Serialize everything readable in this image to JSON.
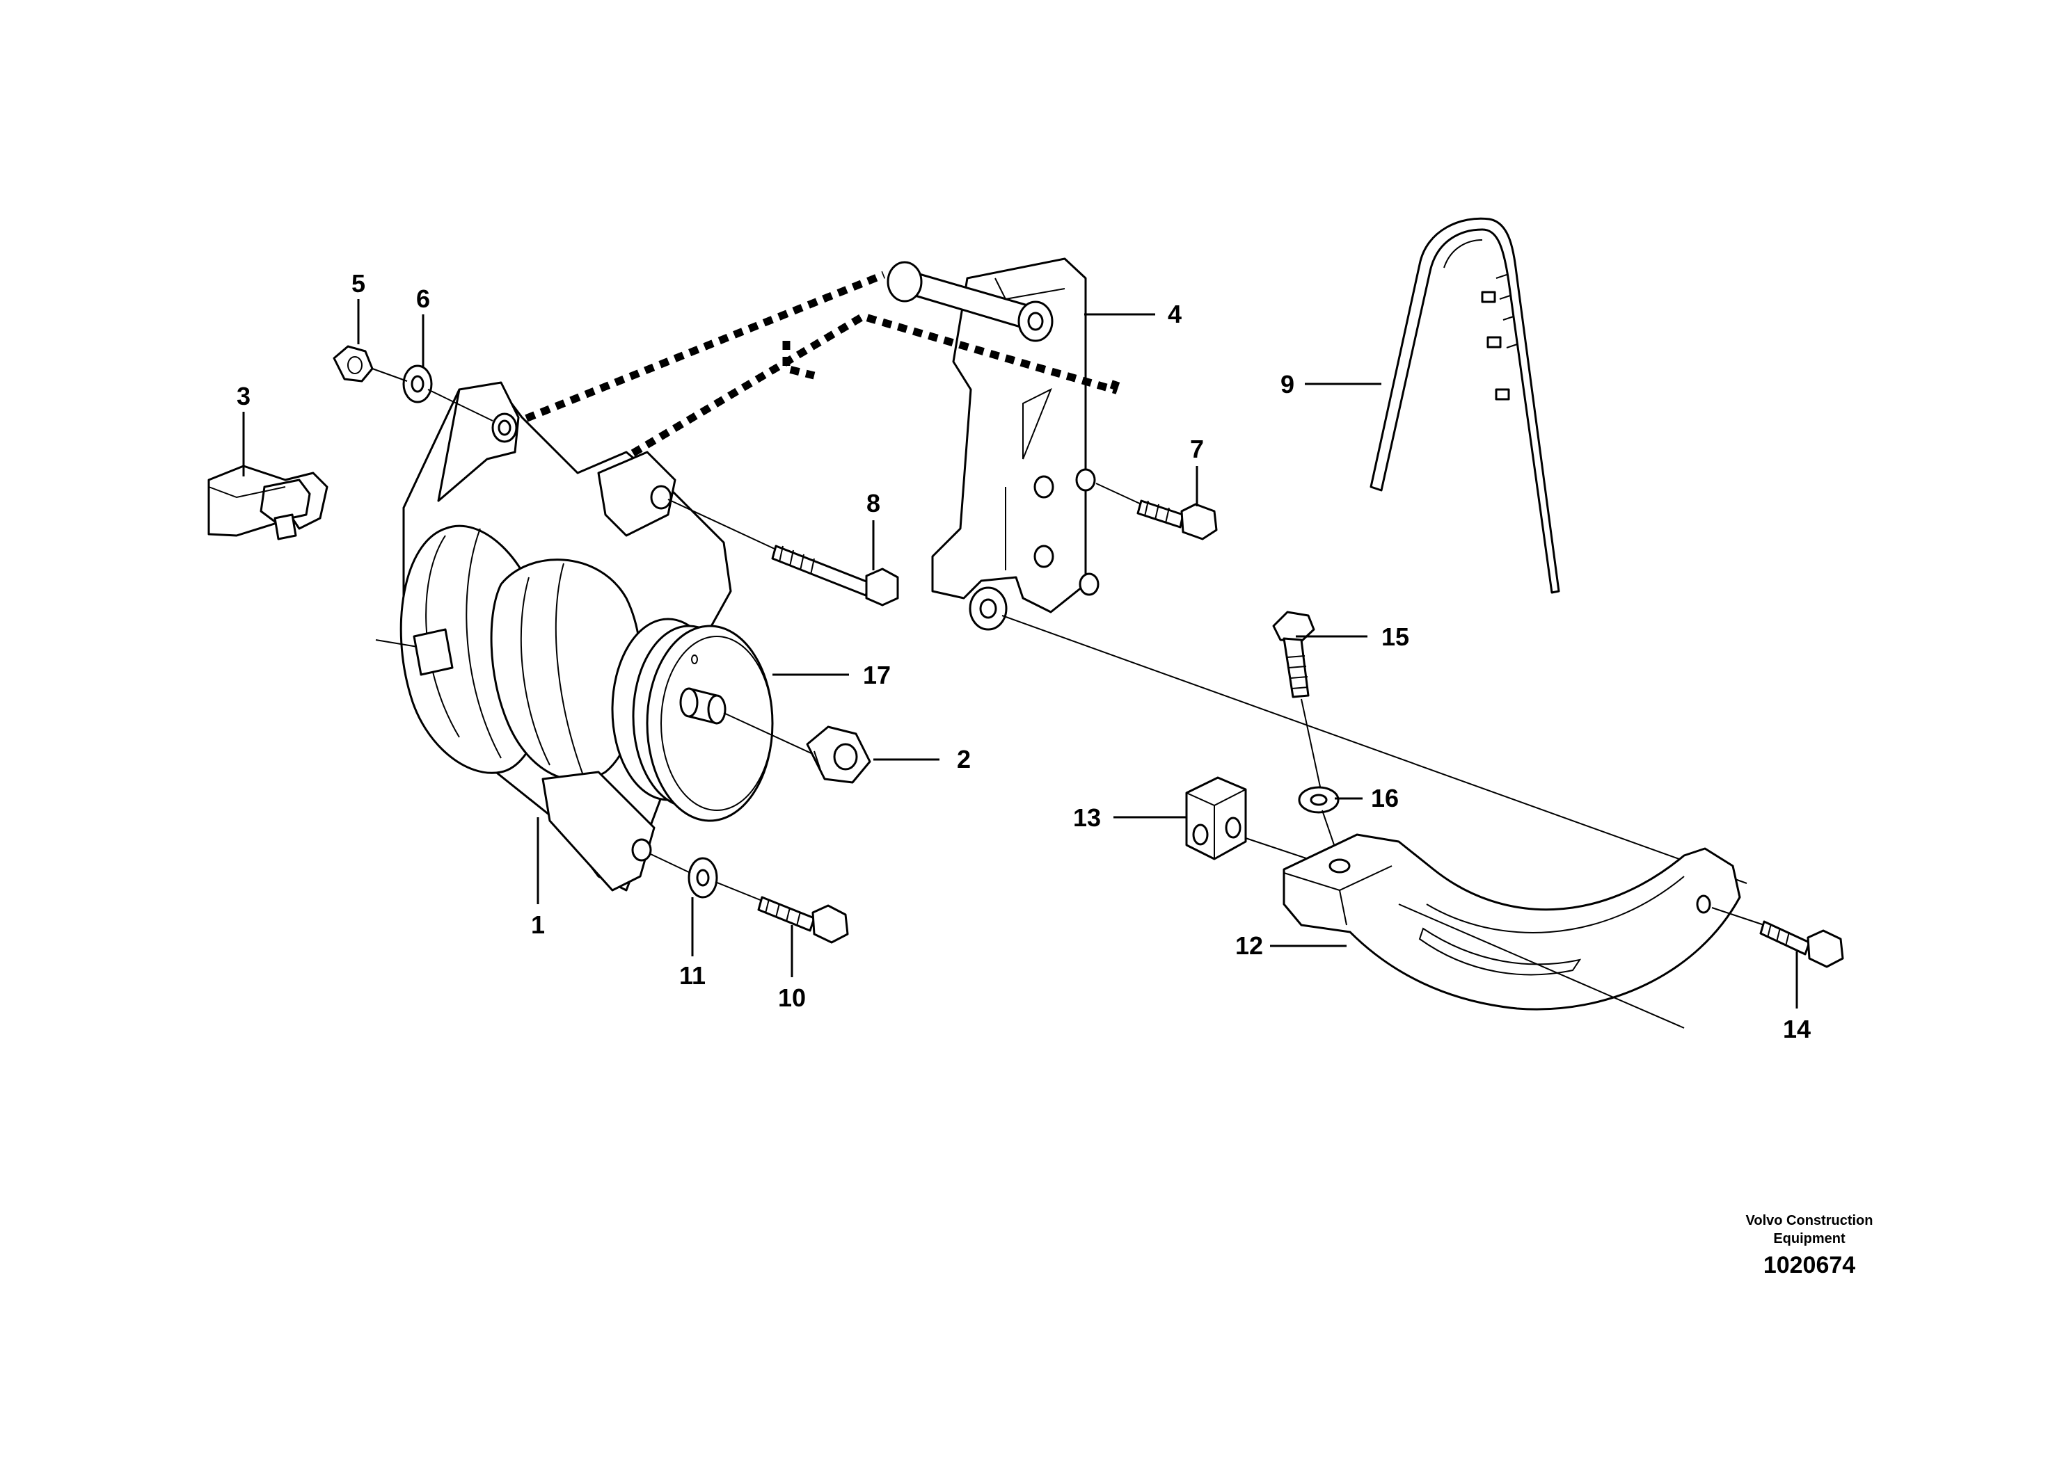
{
  "diagram": {
    "callouts": {
      "c1": "1",
      "c2": "2",
      "c3": "3",
      "c4": "4",
      "c5": "5",
      "c6": "6",
      "c7": "7",
      "c8": "8",
      "c9": "9",
      "c10": "10",
      "c11": "11",
      "c12": "12",
      "c13": "13",
      "c14": "14",
      "c15": "15",
      "c16": "16",
      "c17": "17"
    },
    "footer": {
      "company_line1": "Volvo Construction",
      "company_line2": "Equipment",
      "code": "1020674"
    },
    "parts": [
      {
        "callout": "1",
        "icon": "alternator-icon"
      },
      {
        "callout": "2",
        "icon": "hex-nut-icon"
      },
      {
        "callout": "3",
        "icon": "voltage-regulator-icon"
      },
      {
        "callout": "4",
        "icon": "mounting-bracket-icon"
      },
      {
        "callout": "5",
        "icon": "nut-icon"
      },
      {
        "callout": "6",
        "icon": "washer-icon"
      },
      {
        "callout": "7",
        "icon": "bolt-icon"
      },
      {
        "callout": "8",
        "icon": "bolt-icon"
      },
      {
        "callout": "9",
        "icon": "v-belt-icon"
      },
      {
        "callout": "10",
        "icon": "bolt-icon"
      },
      {
        "callout": "11",
        "icon": "washer-icon"
      },
      {
        "callout": "12",
        "icon": "tension-bracket-icon"
      },
      {
        "callout": "13",
        "icon": "square-nut-icon"
      },
      {
        "callout": "14",
        "icon": "bolt-icon"
      },
      {
        "callout": "15",
        "icon": "bolt-icon"
      },
      {
        "callout": "16",
        "icon": "washer-icon"
      },
      {
        "callout": "17",
        "icon": "pulley-icon"
      }
    ]
  }
}
